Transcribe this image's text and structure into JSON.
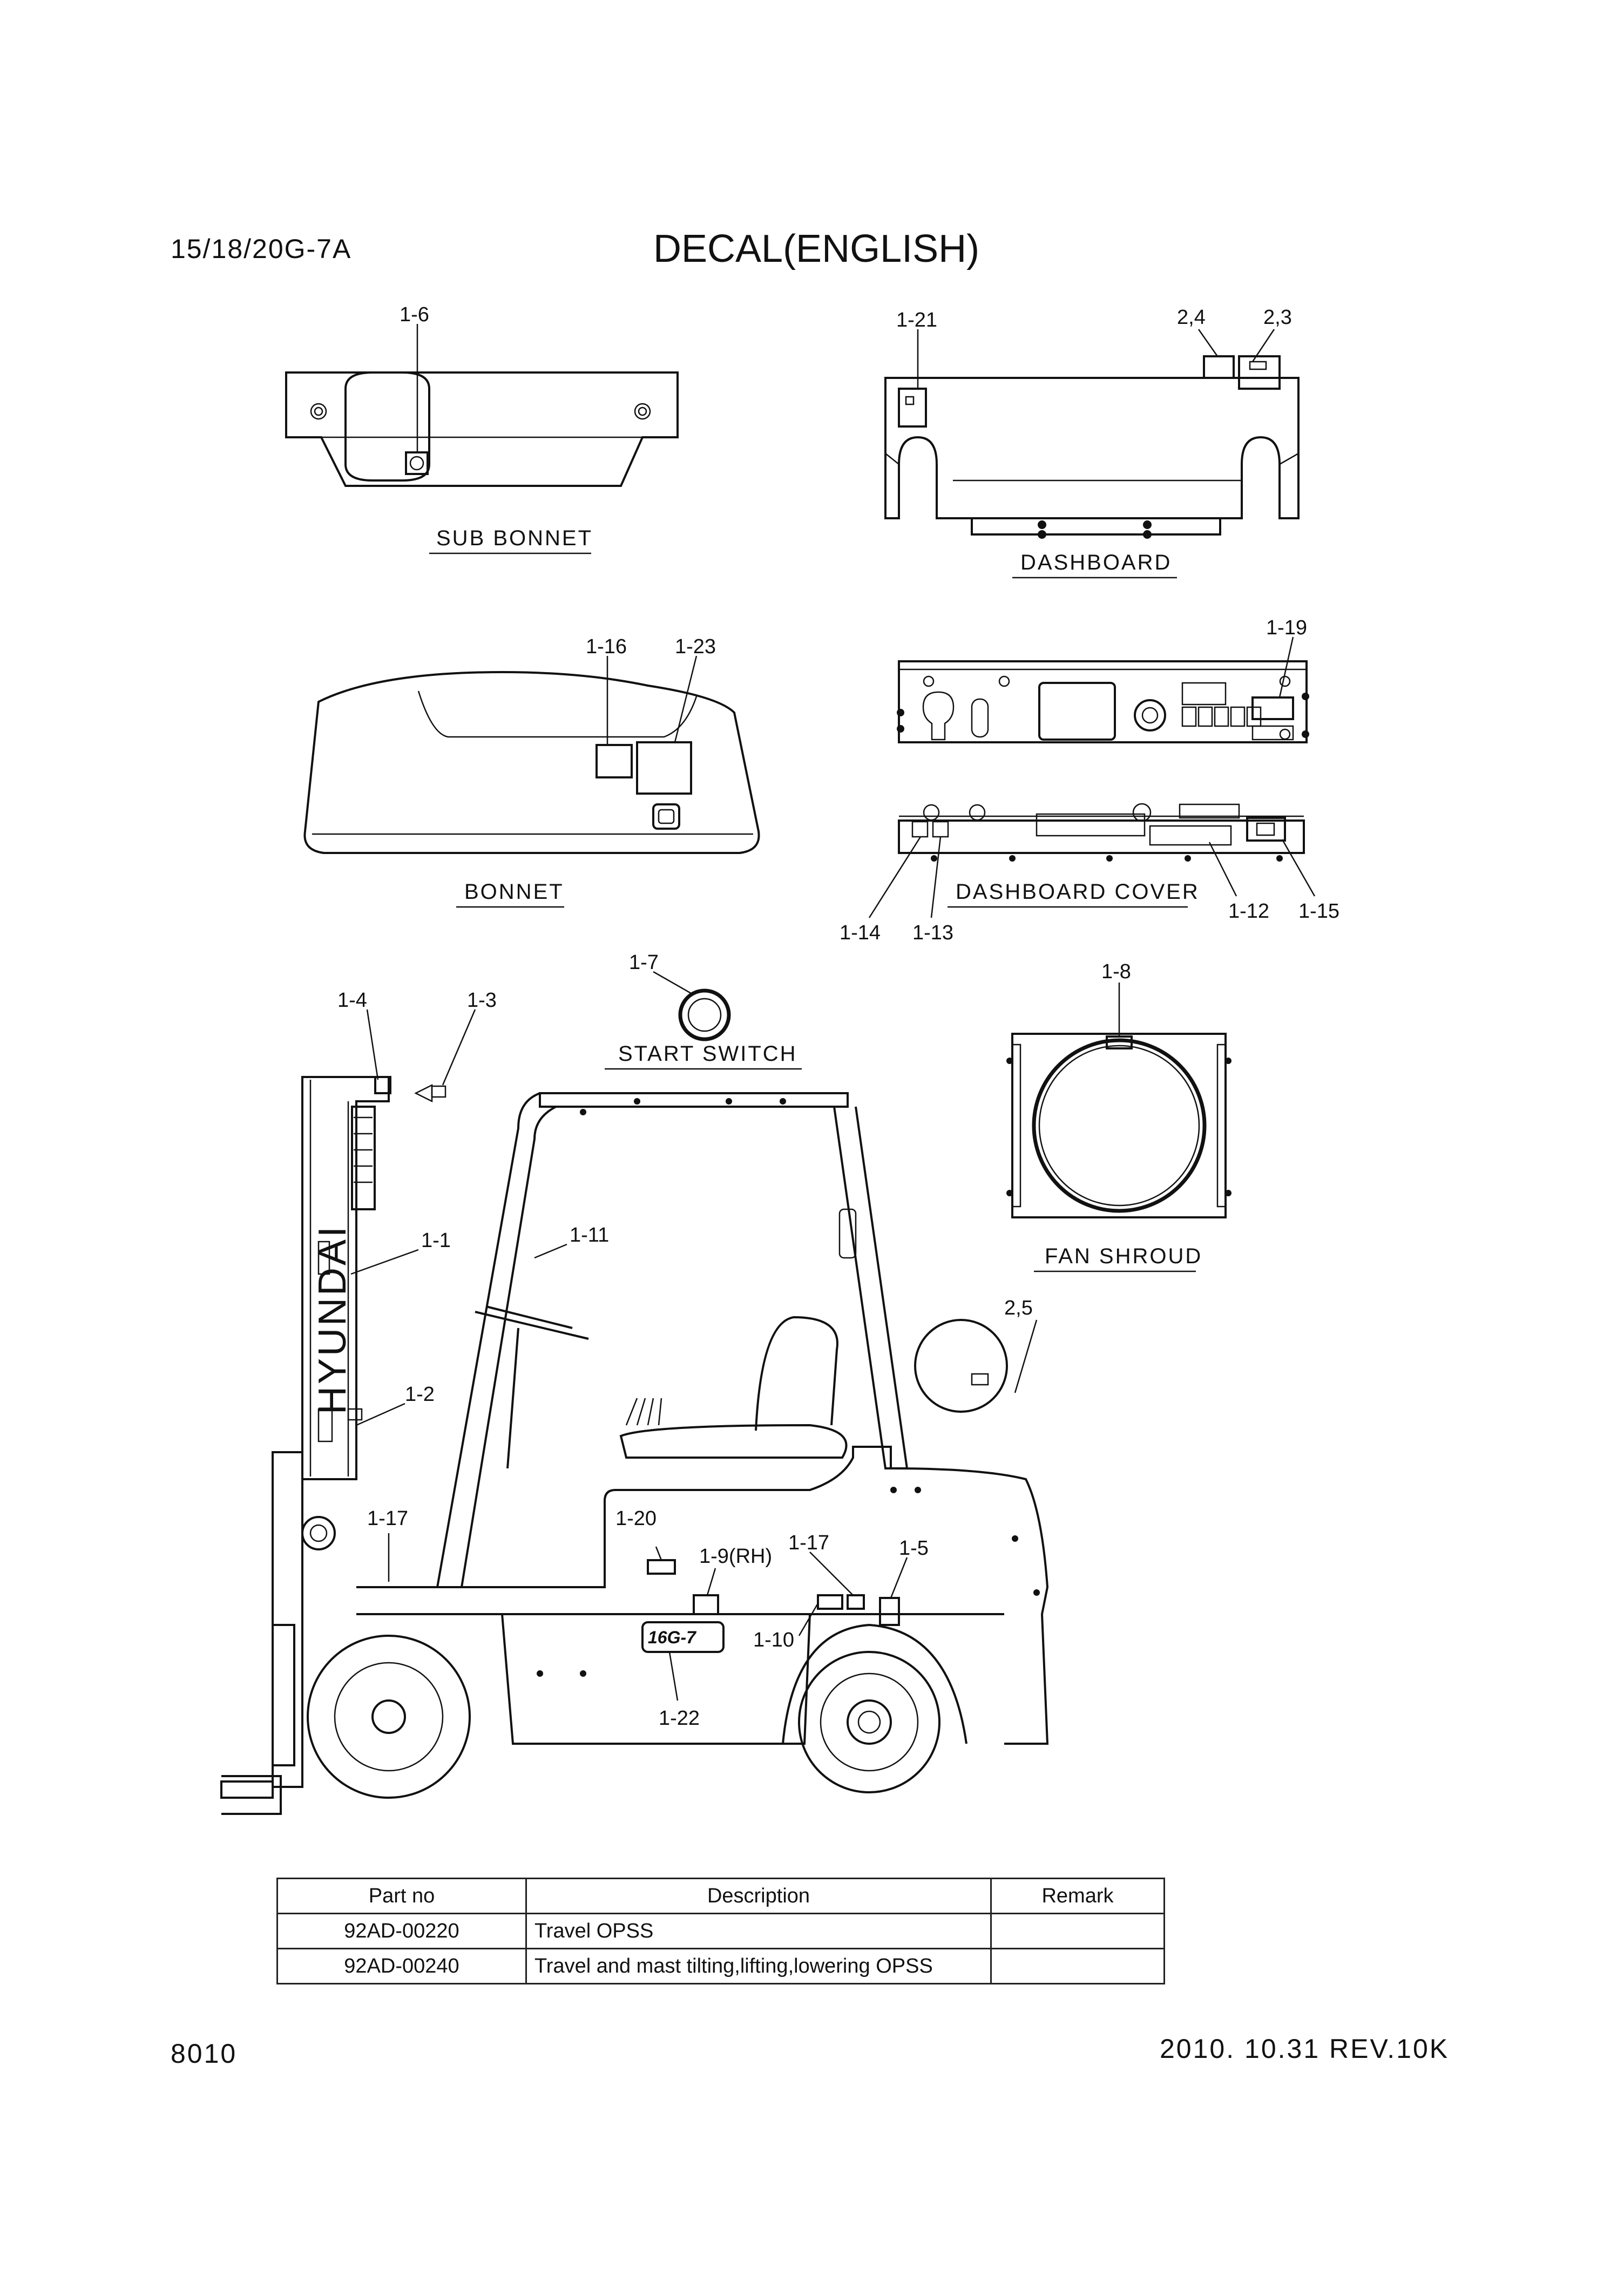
{
  "header": {
    "model": "15/18/20G-7A",
    "title": "DECAL(ENGLISH)"
  },
  "sections": {
    "sub_bonnet": "SUB BONNET",
    "dashboard": "DASHBOARD",
    "bonnet": "BONNET",
    "dashboard_cover": "DASHBOARD COVER",
    "start_switch": "START SWITCH",
    "fan_shroud": "FAN SHROUD"
  },
  "callouts": {
    "c1_1": "1-1",
    "c1_2": "1-2",
    "c1_3": "1-3",
    "c1_4": "1-4",
    "c1_5": "1-5",
    "c1_6": "1-6",
    "c1_7": "1-7",
    "c1_8": "1-8",
    "c1_9": "1-9(RH)",
    "c1_10": "1-10",
    "c1_11": "1-11",
    "c1_12": "1-12",
    "c1_13": "1-13",
    "c1_14": "1-14",
    "c1_15": "1-15",
    "c1_16": "1-16",
    "c1_17a": "1-17",
    "c1_17b": "1-17",
    "c1_19": "1-19",
    "c1_20": "1-20",
    "c1_21": "1-21",
    "c1_22": "1-22",
    "c1_23": "1-23",
    "c2_3": "2,3",
    "c2_4": "2,4",
    "c2_5": "2,5"
  },
  "mast_brand": "HYUNDAI",
  "model_decal": "16G-7",
  "table": {
    "headers": [
      "Part no",
      "Description",
      "Remark"
    ],
    "rows": [
      {
        "part_no": "92AD-00220",
        "description": "Travel OPSS",
        "remark": ""
      },
      {
        "part_no": "92AD-00240",
        "description": "Travel and mast tilting,lifting,lowering OPSS",
        "remark": ""
      }
    ]
  },
  "footer": {
    "page": "8010",
    "revision": "2010. 10.31  REV.10K"
  }
}
